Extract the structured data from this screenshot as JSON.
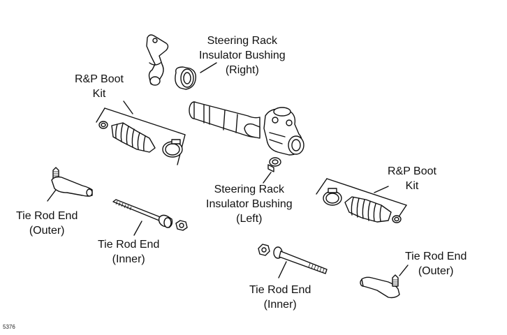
{
  "labels": {
    "rack_bushing_right": [
      "Steering Rack",
      "Insulator Bushing",
      "(Right)"
    ],
    "boot_kit_left": [
      "R&P Boot",
      "Kit"
    ],
    "rack_bushing_left": [
      "Steering Rack",
      "Insulator Bushing",
      "(Left)"
    ],
    "boot_kit_right": [
      "R&P Boot",
      "Kit"
    ],
    "tie_rod_outer_left": [
      "Tie Rod End",
      "(Outer)"
    ],
    "tie_rod_inner_left": [
      "Tie Rod End",
      "(Inner)"
    ],
    "tie_rod_inner_right": [
      "Tie Rod End",
      "(Inner)"
    ],
    "tie_rod_outer_right": [
      "Tie Rod End",
      "(Outer)"
    ]
  },
  "figure_id": "5376"
}
